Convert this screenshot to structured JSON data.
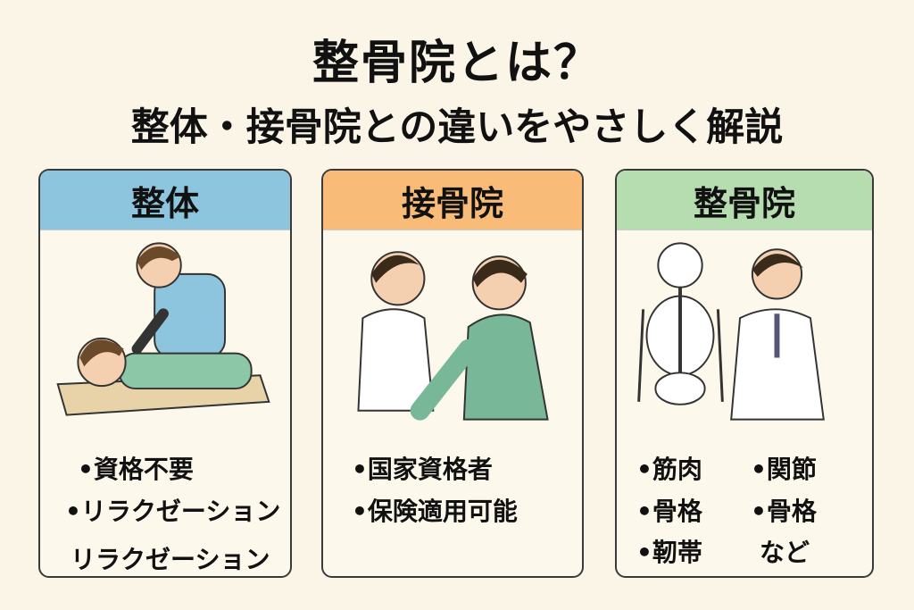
{
  "title": "整骨院とは？",
  "subtitle": "整体・接骨院との違いをやさしく解説",
  "cards": [
    {
      "name": "整体",
      "color": "#8ec5de",
      "items": [
        "•資格不要",
        "•リラクゼーション",
        "リラクゼーション"
      ]
    },
    {
      "name": "接骨院",
      "color": "#f8bc78",
      "items": [
        "•国家資格者",
        "•保険適用可能"
      ]
    },
    {
      "name": "整骨院",
      "color": "#b5ddb0",
      "items": [
        "•筋肉",
        "•関節",
        "•骨格",
        "•骨格",
        "•靭帯",
        "など"
      ]
    }
  ]
}
